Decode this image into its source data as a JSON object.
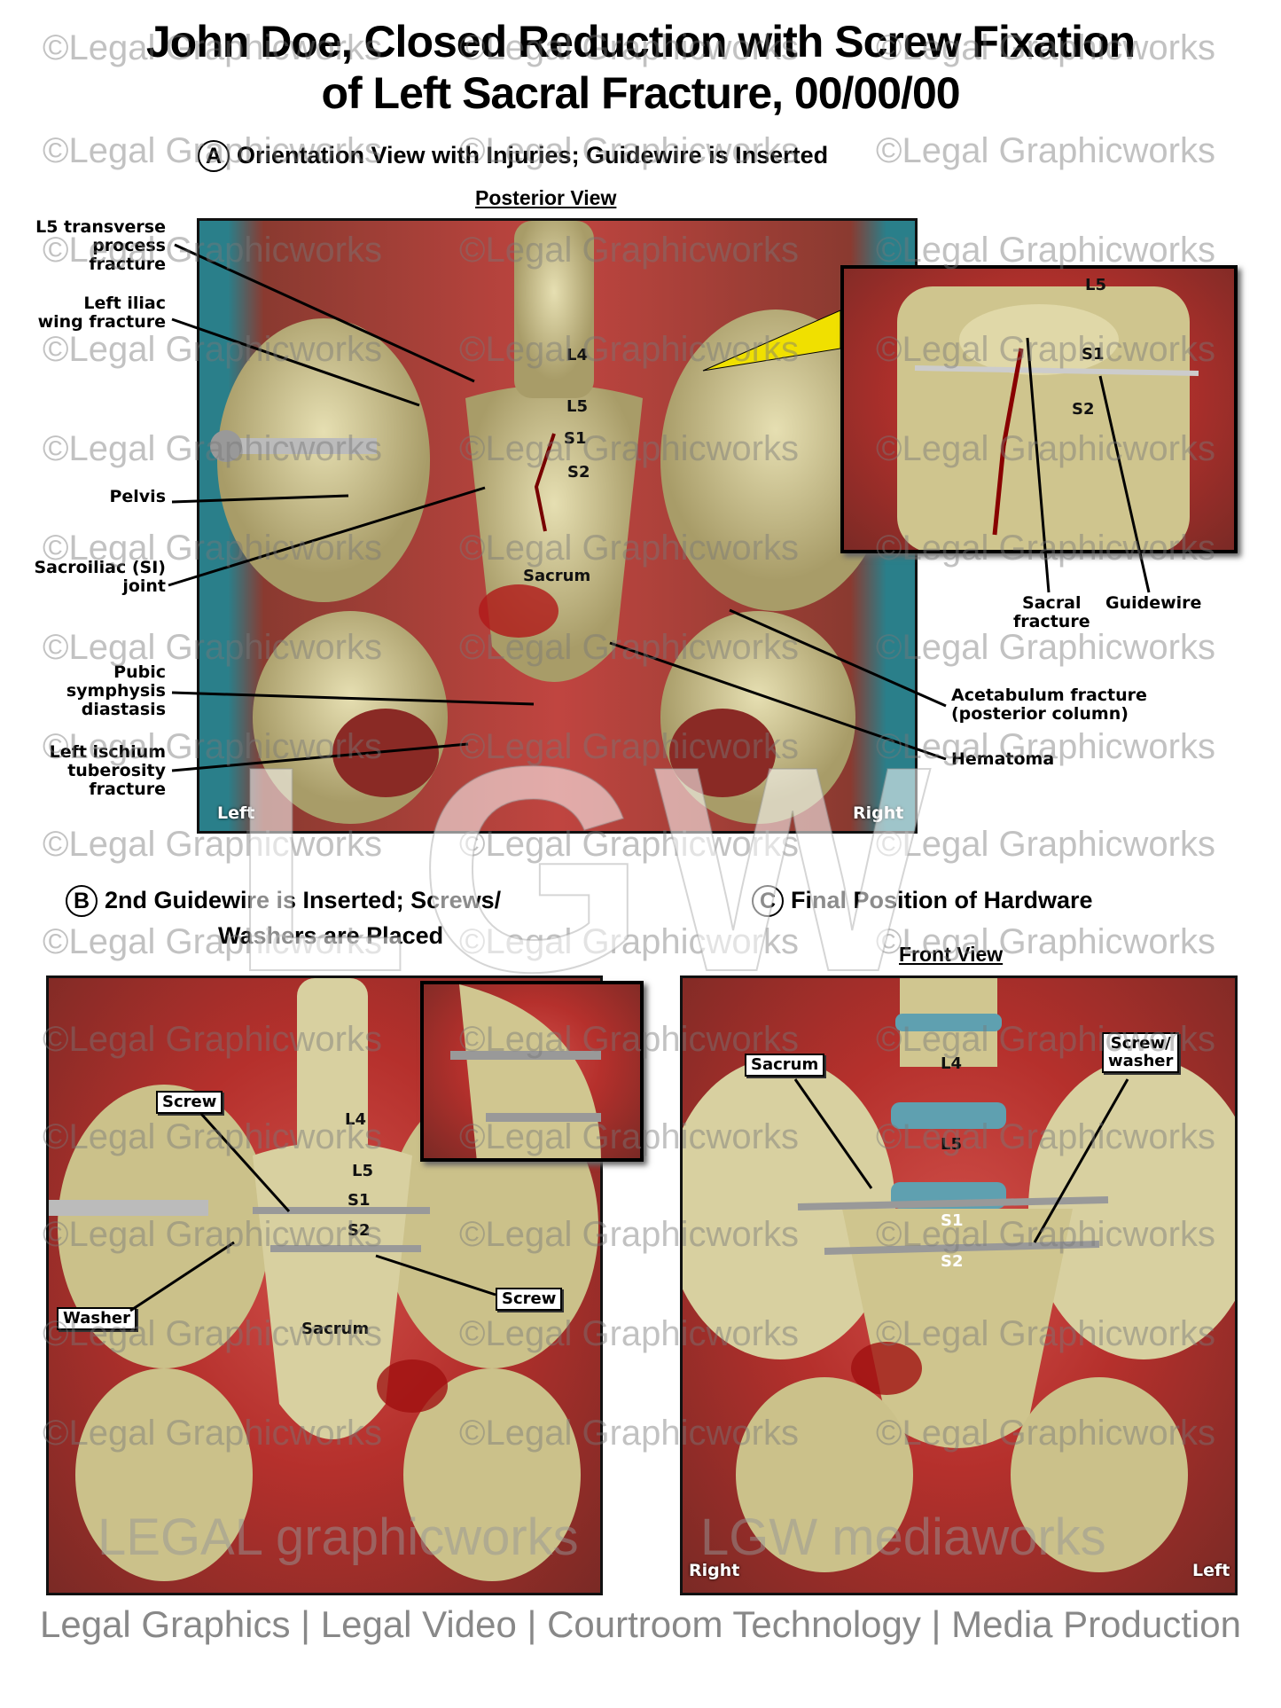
{
  "title": {
    "line1": "John Doe, Closed Reduction with Screw Fixation",
    "line2": "of Left Sacral Fracture, 00/00/00"
  },
  "sections": {
    "a": {
      "letter": "A",
      "heading": "Orientation View with Injuries; Guidewire is Inserted",
      "view": "Posterior View"
    },
    "b": {
      "letter": "B",
      "heading_line1": "2nd Guidewire is Inserted; Screws/",
      "heading_line2": "Washers are Placed"
    },
    "c": {
      "letter": "C",
      "heading": "Final Position of Hardware",
      "view": "Front View"
    }
  },
  "panel_a": {
    "callouts": {
      "l5_transverse": "L5 transverse\nprocess\nfracture",
      "iliac_wing": "Left iliac\nwing fracture",
      "pelvis": "Pelvis",
      "si_joint": "Sacroiliac (SI)\njoint",
      "pubic": "Pubic\nsymphysis\ndiastasis",
      "ischium": "Left ischium\ntuberosity\nfracture",
      "acetabulum": "Acetabulum fracture\n(posterior column)",
      "hematoma": "Hematoma",
      "sacral_fracture": "Sacral\nfracture",
      "guidewire": "Guidewire"
    },
    "vertebrae": {
      "l4": "L4",
      "l5": "L5",
      "s1": "S1",
      "s2": "S2",
      "sacrum": "Sacrum"
    },
    "inset": {
      "l5": "L5",
      "s1": "S1",
      "s2": "S2"
    },
    "side_left": "Left",
    "side_right": "Right"
  },
  "panel_b": {
    "callouts": {
      "screw_top": "Screw",
      "washer": "Washer",
      "screw_bottom": "Screw"
    },
    "vertebrae": {
      "l4": "L4",
      "l5": "L5",
      "s1": "S1",
      "s2": "S2",
      "sacrum": "Sacrum"
    }
  },
  "panel_c": {
    "callouts": {
      "sacrum": "Sacrum",
      "screw_washer": "Screw/\nwasher"
    },
    "vertebrae": {
      "l4": "L4",
      "l5": "L5",
      "s1": "S1",
      "s2": "S2"
    },
    "side_right": "Right",
    "side_left": "Left"
  },
  "watermarks": {
    "repeat": "©Legal Graphicworks",
    "logo": "LGW",
    "brand_left": "LEGAL graphicworks",
    "brand_right": "LGW mediaworks"
  },
  "footer": "Legal Graphics | Legal Video | Courtroom Technology | Media Production",
  "colors": {
    "background_tissue": "#b5302c",
    "bone": "#d8d0a0",
    "pointer": "#f0e000",
    "watermark": "#9a9a9a"
  }
}
